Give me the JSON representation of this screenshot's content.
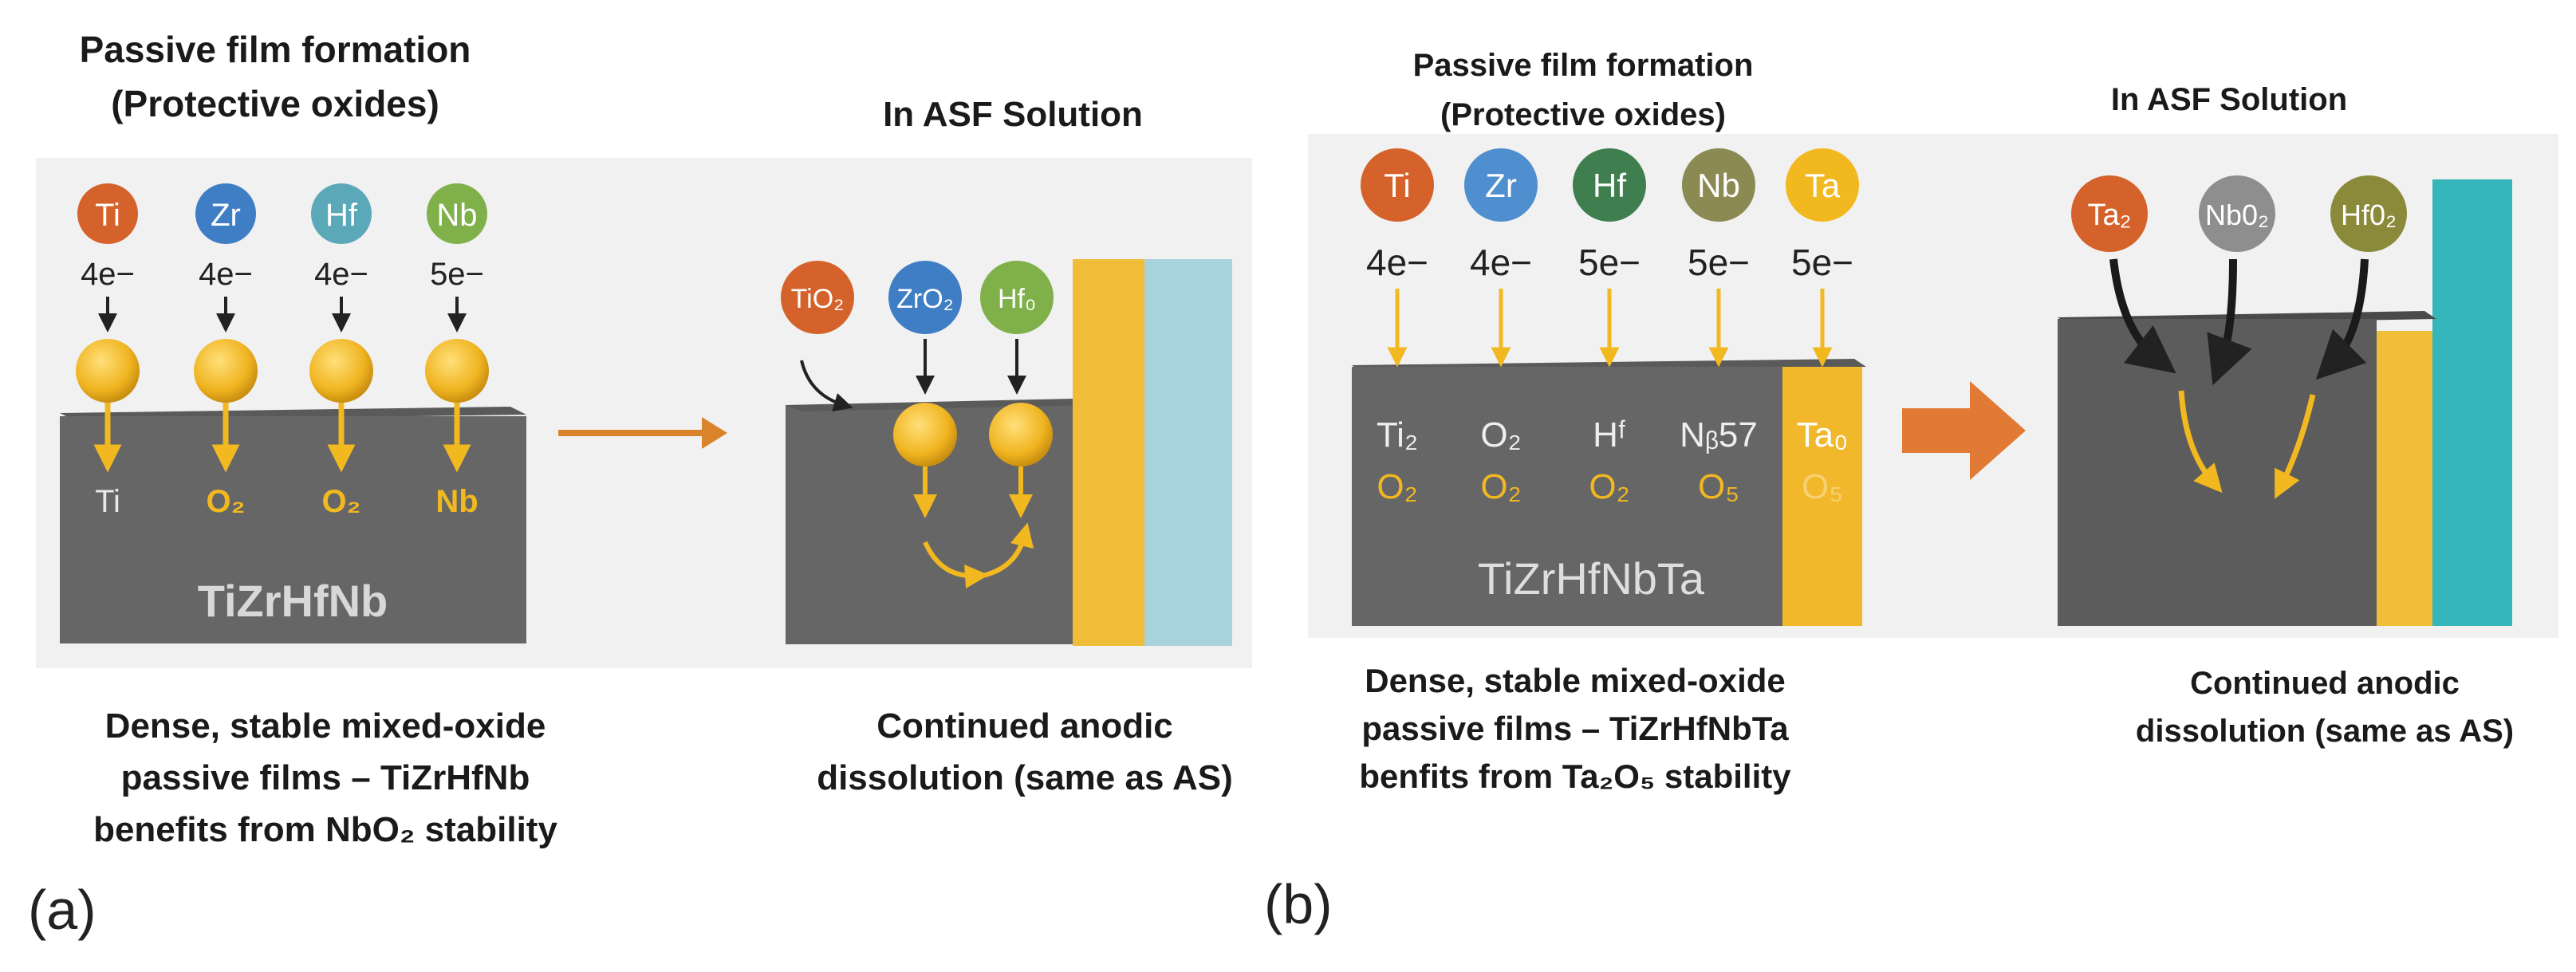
{
  "panels": [
    {
      "label": "(a)",
      "title_lines": [
        "Passive film formation",
        "(Protective oxides)"
      ],
      "asf_title": "In ASF Solution",
      "elements": [
        {
          "symbol": "Ti",
          "electrons": "4e−",
          "color": "#d4622a",
          "product": "Ti"
        },
        {
          "symbol": "Zr",
          "electrons": "4e−",
          "color": "#3f7ec4",
          "product": "O₂"
        },
        {
          "symbol": "Hf",
          "electrons": "4e−",
          "color": "#5ba8b8",
          "product": "O₂"
        },
        {
          "symbol": "Nb",
          "electrons": "5e−",
          "color": "#7fb04a",
          "product": "Nb"
        }
      ],
      "alloy": "TiZrHfNb",
      "oxides": [
        {
          "label": "TiO₂",
          "color": "#d4622a"
        },
        {
          "label": "ZrO₂",
          "color": "#3f7ec4"
        },
        {
          "label": "Hf₀",
          "color": "#7fb04a"
        }
      ],
      "caption_left": [
        "Dense, stable mixed-oxide",
        "passive films – TiZrHfNb",
        "benefits from NbO₂ stability"
      ],
      "caption_right": [
        "Continued anodic",
        "dissolution (same as AS)"
      ]
    },
    {
      "label": "(b)",
      "title_lines": [
        "Passive film formation",
        "(Protective oxides)"
      ],
      "asf_title": "In ASF Solution",
      "elements": [
        {
          "symbol": "Ti",
          "electrons": "4e−",
          "color": "#d4622a",
          "product_top": "Ti₂",
          "product_bottom": "O₂"
        },
        {
          "symbol": "Zr",
          "electrons": "4e−",
          "color": "#4f8fcf",
          "product_top": "O₂",
          "product_bottom": "O₂"
        },
        {
          "symbol": "Hf",
          "electrons": "5e−",
          "color": "#3f7f4f",
          "product_top": "Hᶠ",
          "product_bottom": "O₂"
        },
        {
          "symbol": "Nb",
          "electrons": "5e−",
          "color": "#8a8a52",
          "product_top": "Nᵦ57",
          "product_bottom": "O₅"
        },
        {
          "symbol": "Ta",
          "electrons": "5e−",
          "color": "#f2b820",
          "product_top": "Ta₀",
          "product_bottom": "O₅"
        }
      ],
      "alloy": "TiZrHfNbTa",
      "oxides": [
        {
          "label": "Ta₂",
          "color": "#d4622a"
        },
        {
          "label": "Nb0₂",
          "color": "#8e8e8e"
        },
        {
          "label": "Hf0₂",
          "color": "#8a8a3a"
        }
      ],
      "caption_left": [
        "Dense, stable mixed-oxide",
        "passive films – TiZrHfNbTa",
        "benfits from Ta₂O₅ stability"
      ],
      "caption_right": [
        "Continued anodic",
        "dissolution (same as AS)"
      ]
    }
  ]
}
